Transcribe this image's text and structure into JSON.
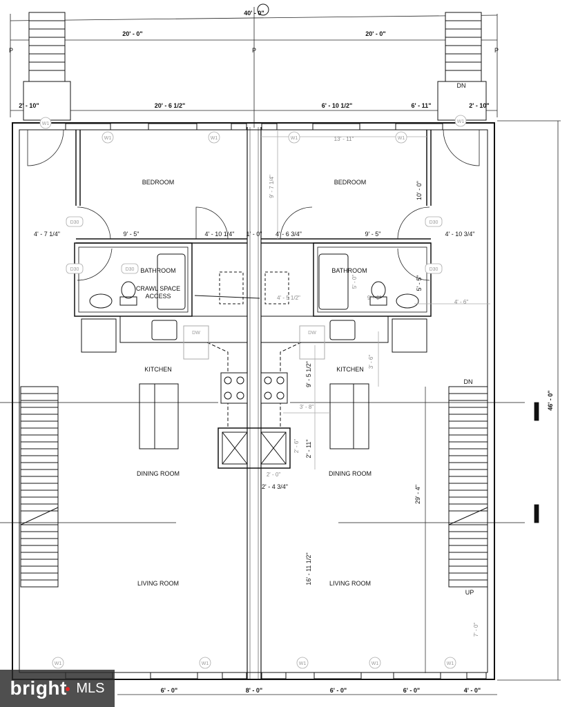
{
  "dimensions": {
    "overall_width": "40' - 0\"",
    "left_unit_width": "20' - 0\"",
    "right_unit_width": "20' - 0\"",
    "overall_depth": "46' - 0\"",
    "stoop_left": "2' - 10\"",
    "stoop_right": "2' - 10\"",
    "left_front_wall": "20' - 6 1/2\"",
    "right_front_a": "6' - 10 1/2\"",
    "right_front_b": "6' - 11\"",
    "bed_right_width": "13' - 11\"",
    "bed_right_depth_a": "9' - 7 1/4\"",
    "bed_right_depth_b": "10' - 0\"",
    "hall_left_a": "4' - 7 1/4\"",
    "hall_left_b": "9' - 5\"",
    "hall_left_c": "4' - 10 1/4\"",
    "party_wall": "1' - 0\"",
    "hall_right_a": "4' - 6 3/4\"",
    "hall_right_b": "9' - 5\"",
    "hall_right_c": "4' - 10 3/4\"",
    "bath_right_a": "5' - 0\"",
    "bath_right_b": "5' - 5\"",
    "crawl_w": "4' - 5 1/2\"",
    "bath_right_c": "9' - 0\"",
    "bath_right_d": "4' - 6\"",
    "kitchen_a": "3' - 6\"",
    "kitchen_b": "9' - 5 1/2\"",
    "kitchen_c": "3' - 8\"",
    "chimney_a": "2' - 6\"",
    "chimney_b": "2' - 11\"",
    "chimney_c": "2' - 0\"",
    "chimney_d": "2' - 4 3/4\"",
    "living_depth": "16' - 11 1/2\"",
    "right_side_depth": "29' - 4\"",
    "rear_stair": "7' - 0\"",
    "rear_a": "6' - 0\"",
    "rear_b": "8' - 0\"",
    "rear_c": "6' - 0\"",
    "rear_d": "6' - 0\"",
    "rear_e": "4' - 0\""
  },
  "rooms": {
    "bedroom_left": "BEDROOM",
    "bedroom_right": "BEDROOM",
    "bathroom_left": "BATHROOM",
    "bathroom_right": "BATHROOM",
    "crawl_space": [
      "CRAWL SPACE",
      "ACCESS"
    ],
    "kitchen_left": "KITCHEN",
    "kitchen_right": "KITCHEN",
    "dining_left": "DINING ROOM",
    "dining_right": "DINING ROOM",
    "living_left": "LIVING ROOM",
    "living_right": "LIVING ROOM"
  },
  "annotations": {
    "dn_stoop": "DN",
    "dn_stair": "DN",
    "up_stair": "UP",
    "dw": "DW",
    "property_line": "P",
    "window_tag": "W1",
    "door_tag": "D30"
  },
  "branding": {
    "word": "bright",
    "suffix": "MLS"
  }
}
